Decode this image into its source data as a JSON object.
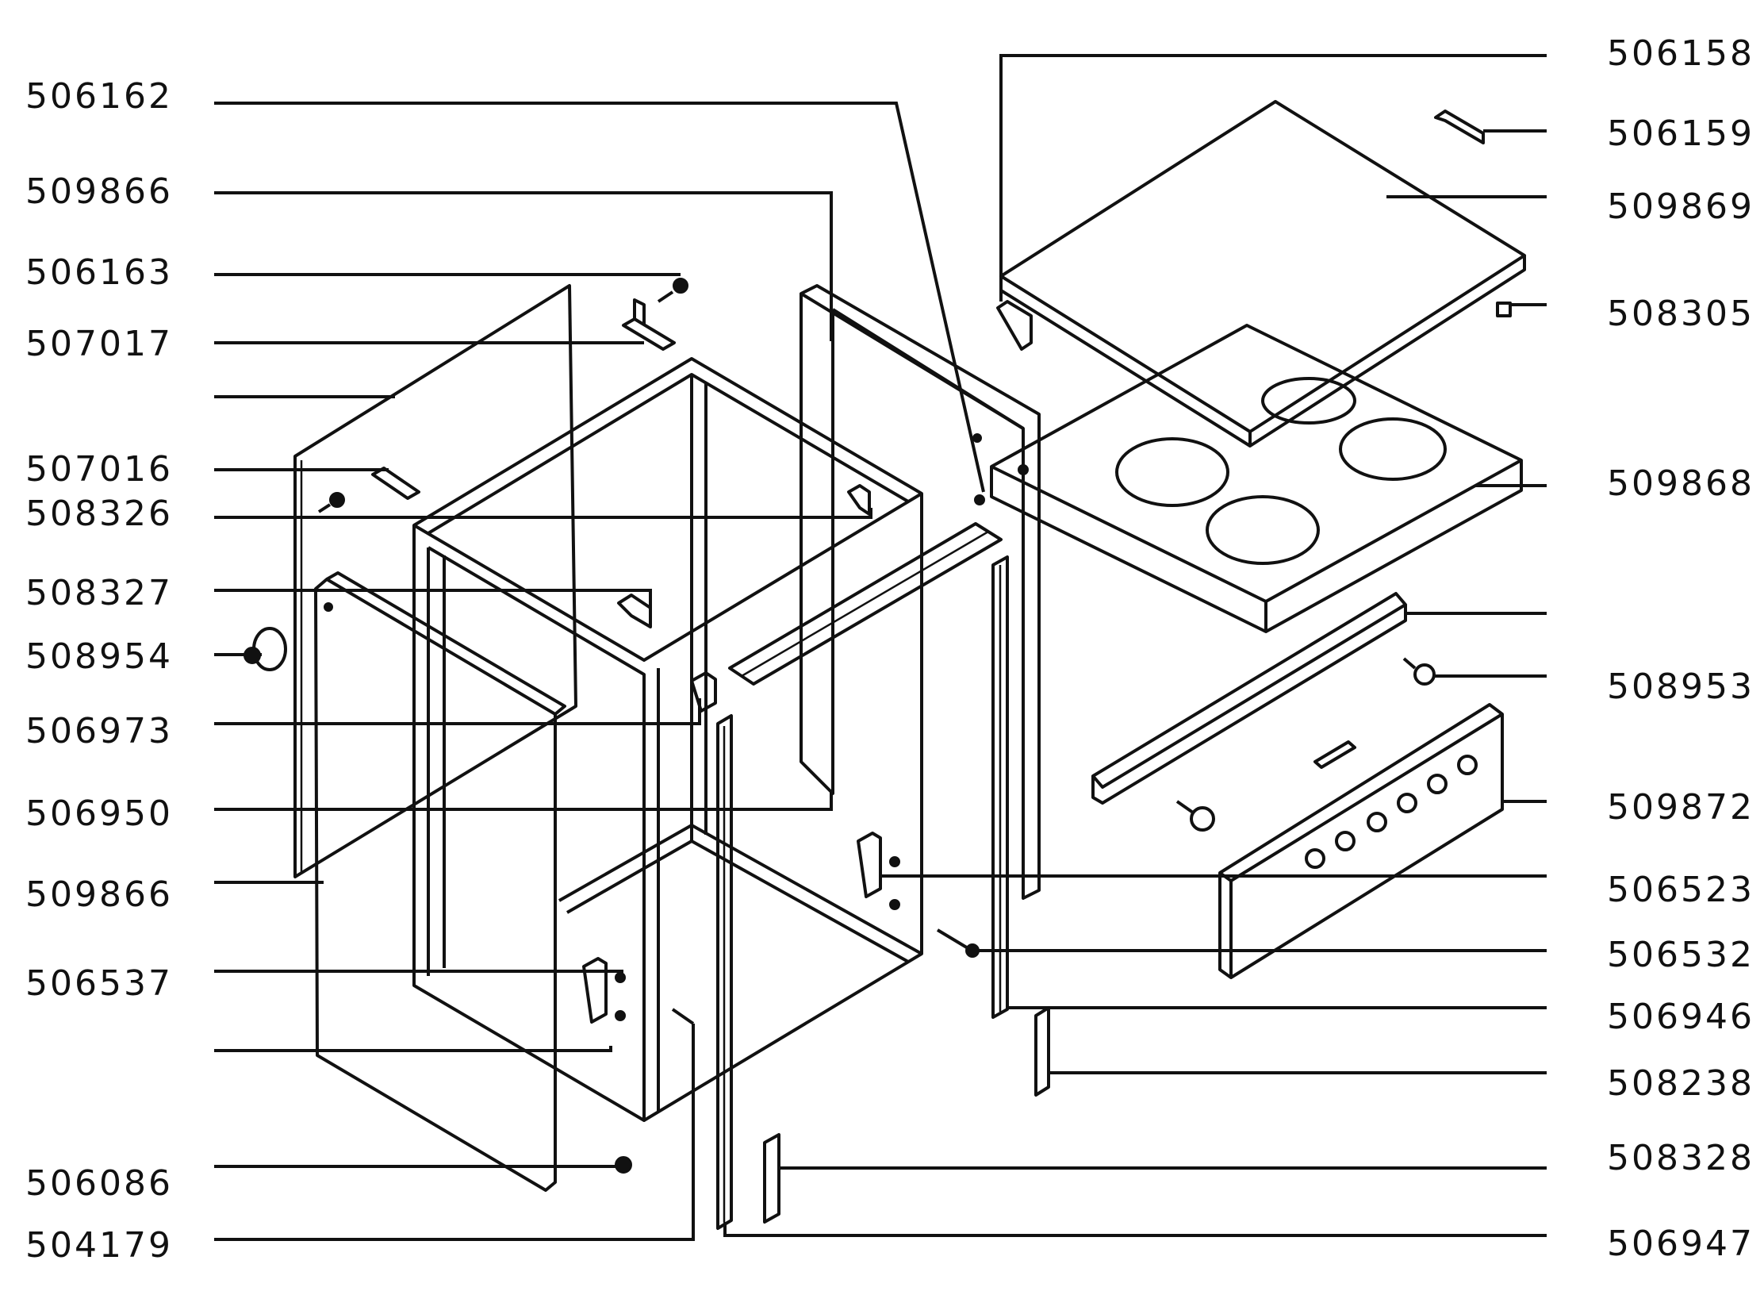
{
  "labels": {
    "l01": "506162",
    "l02": "509866",
    "l03": "506163",
    "l04": "507017",
    "l05": "507016",
    "l06": "508326",
    "l07": "508327",
    "l08": "508954",
    "l09": "506973",
    "l10": "506950",
    "l11": "509866",
    "l12": "506537",
    "l13": "506086",
    "l14": "504179",
    "r01": "506158",
    "r02": "506159",
    "r03": "509869",
    "r04": "508305",
    "r05": "509868",
    "r06": "508953",
    "r07": "509872",
    "r08": "506523",
    "r09": "506532",
    "r10": "506946",
    "r11": "508238",
    "r12": "508328",
    "r13": "506947"
  }
}
